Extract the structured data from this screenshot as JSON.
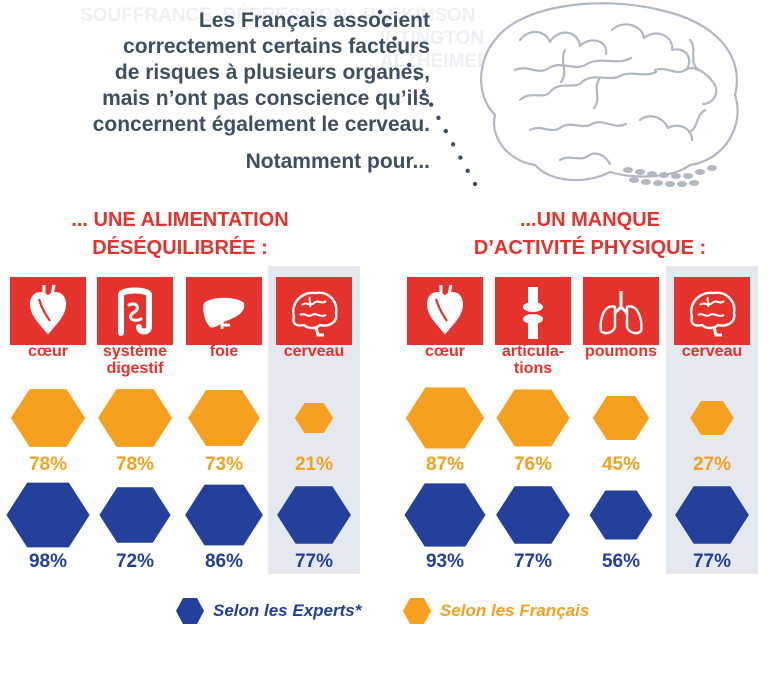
{
  "header": {
    "intro_lines": [
      "Les Français associent",
      "correctement certains facteurs",
      "de risques à plusieurs organes,",
      "mais n’ont pas conscience qu’ils",
      "concernent également le cerveau."
    ],
    "sub": "Notamment pour...",
    "background_text": [
      "SOUFFRANCE, DÉPRESSION , PARKINSON",
      "INTINGTON",
      "ALZHEIMER"
    ]
  },
  "colors": {
    "title_red": "#e5322d",
    "tile_red": "#e5322d",
    "experts_blue": "#23409a",
    "francais_orange": "#f5a01f",
    "highlight_gray": "#e4e9ef",
    "text_dark": "#3f4f63"
  },
  "icons": {
    "brain_illustration": "brain-icon",
    "organ_icons": [
      "heart-icon",
      "intestine-icon",
      "liver-icon",
      "brain-icon",
      "heart-icon",
      "joint-icon",
      "lungs-icon",
      "brain-icon"
    ]
  },
  "legend": {
    "experts": "Selon les Experts*",
    "francais": "Selon les Français"
  },
  "chart_data": [
    {
      "type": "bar",
      "title": "... UNE ALIMENTATION DÉSÉQUILIBRÉE :",
      "title_lines": [
        "... UNE ALIMENTATION",
        "DÉSÉQUILIBRÉE :"
      ],
      "categories": [
        "cœur",
        "système digestif",
        "foie",
        "cerveau"
      ],
      "category_label_lines": [
        [
          "cœur"
        ],
        [
          "système",
          "digestif"
        ],
        [
          "foie"
        ],
        [
          "cerveau"
        ]
      ],
      "icons": [
        "heart-icon",
        "intestine-icon",
        "liver-icon",
        "brain-icon"
      ],
      "highlighted_category": "cerveau",
      "series": [
        {
          "name": "Selon les Français",
          "values": [
            78,
            78,
            73,
            21
          ],
          "labels": [
            "78%",
            "78%",
            "73%",
            "21%"
          ],
          "color": "#f5a01f"
        },
        {
          "name": "Selon les Experts*",
          "values": [
            98,
            72,
            86,
            77
          ],
          "labels": [
            "98%",
            "72%",
            "86%",
            "77%"
          ],
          "color": "#23409a"
        }
      ],
      "unit": "%"
    },
    {
      "type": "bar",
      "title": "...UN MANQUE D’ACTIVITÉ PHYSIQUE :",
      "title_lines": [
        "...UN MANQUE",
        "D’ACTIVITÉ PHYSIQUE :"
      ],
      "categories": [
        "cœur",
        "articulations",
        "poumons",
        "cerveau"
      ],
      "category_label_lines": [
        [
          "cœur"
        ],
        [
          "articula-",
          "tions"
        ],
        [
          "poumons"
        ],
        [
          "cerveau"
        ]
      ],
      "icons": [
        "heart-icon",
        "joint-icon",
        "lungs-icon",
        "brain-icon"
      ],
      "highlighted_category": "cerveau",
      "series": [
        {
          "name": "Selon les Français",
          "values": [
            87,
            76,
            45,
            27
          ],
          "labels": [
            "87%",
            "76%",
            "45%",
            "27%"
          ],
          "color": "#f5a01f"
        },
        {
          "name": "Selon les Experts*",
          "values": [
            93,
            77,
            56,
            77
          ],
          "labels": [
            "93%",
            "77%",
            "56%",
            "77%"
          ],
          "color": "#23409a"
        }
      ],
      "unit": "%"
    }
  ]
}
